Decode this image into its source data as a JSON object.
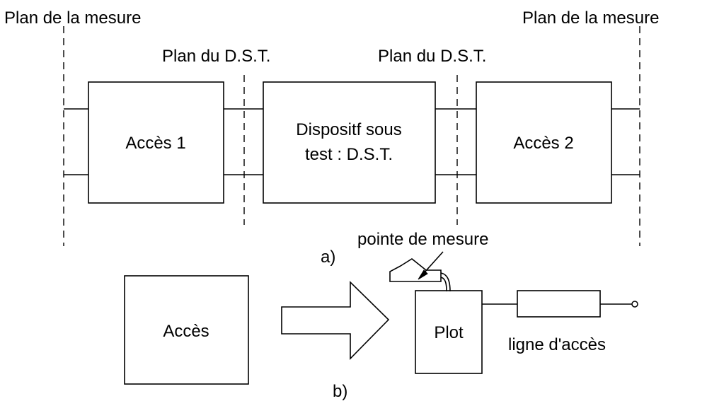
{
  "part_a": {
    "measurement_plane_left": "Plan de la mesure",
    "measurement_plane_right": "Plan de la mesure",
    "dut_plane_left": "Plan du D.S.T.",
    "dut_plane_right": "Plan du D.S.T.",
    "access1": "Accès 1",
    "dut_line1": "Dispositf sous",
    "dut_line2": "test : D.S.T.",
    "access2": "Accès 2",
    "caption": "a)"
  },
  "part_b": {
    "access": "Accès",
    "probe": "pointe de mesure",
    "pad": "Plot",
    "access_line": "ligne d'accès",
    "caption": "b)"
  }
}
